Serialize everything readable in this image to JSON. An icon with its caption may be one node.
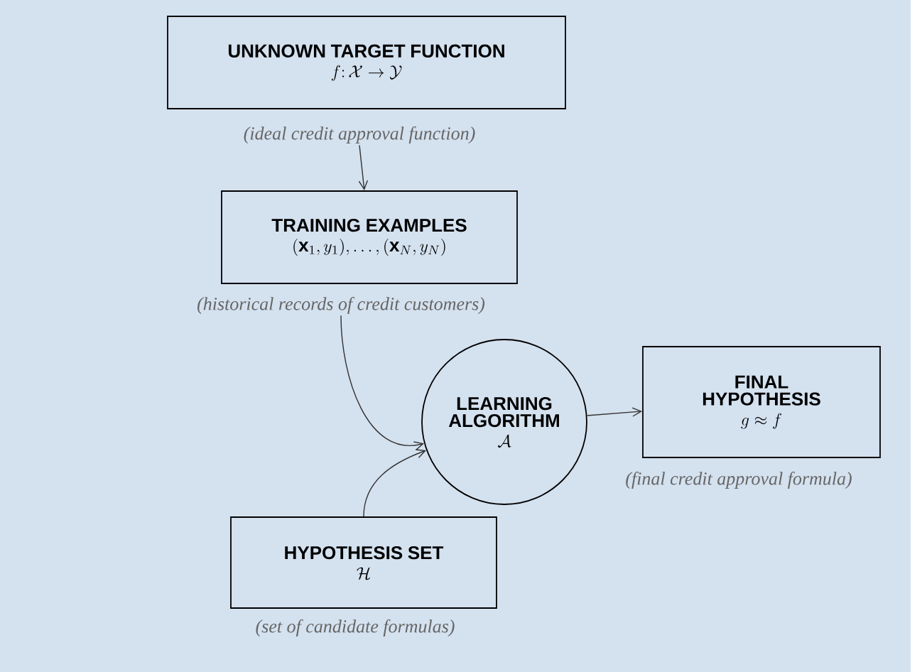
{
  "diagram": {
    "nodes": [
      {
        "text": [
          "UNKNOWN TARGET FUNCTION",
          "f\\colon \\mathcal{X} \\to \\mathcal{Y}"
        ],
        "beside": [
          "(ideal credit approval function)"
        ]
      },
      {
        "text": [
          "TRAINING EXAMPLES",
          "(\\mathbf{x}_1, y_1), \\ldots, (\\mathbf{x}_N, y_N)"
        ],
        "beside": [
          "(historical records of credit customers)"
        ]
      },
      {
        "text": [
          "LEARNING ALGORITHM",
          "\\mathcal{A}"
        ]
      },
      {
        "text": [
          "FINAL HYPOTHESIS",
          "g \\approx f"
        ],
        "beside": [
          "(final credit approval formula)"
        ]
      },
      {
        "text": [
          "HYPOTHESIS SET",
          "\\mathcal{H}"
        ],
        "beside": [
          "(set of candidate formulas)"
        ]
      }
    ],
    "edges": [
      {
        "from": 0,
        "to": 1,
        "arrow": "to"
      },
      {
        "from": 1,
        "to": 2,
        "arrow": "to"
      },
      {
        "from": 4,
        "to": 2,
        "arrow": "to"
      },
      {
        "from": 2,
        "to": 3,
        "arrow": "to"
      }
    ]
  }
}
